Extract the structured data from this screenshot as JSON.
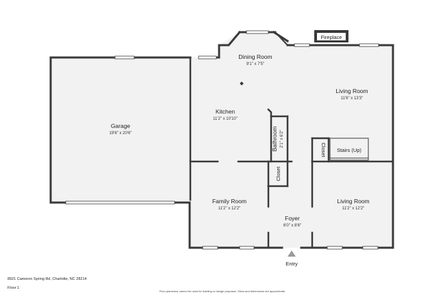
{
  "rooms": {
    "dining": {
      "name": "Dining Room",
      "dims": "9'1\" x 7'5\""
    },
    "living_upper": {
      "name": "Living Room",
      "dims": "11'6\" x 13'3\""
    },
    "kitchen": {
      "name": "Kitchen",
      "dims": "11'2\" x 10'10\""
    },
    "garage": {
      "name": "Garage",
      "dims": "19'6\" x 20'6\""
    },
    "bathroom": {
      "name": "Bathroom",
      "dims": "2'1\" x 6'2\""
    },
    "closet_upper": {
      "name": "Closet"
    },
    "stairs": {
      "name": "Stairs (Up)"
    },
    "closet_lower": {
      "name": "Closet"
    },
    "family": {
      "name": "Family Room",
      "dims": "11'2\" x 12'2\""
    },
    "foyer": {
      "name": "Foyer",
      "dims": "6'0\" x 8'6\""
    },
    "living_lower": {
      "name": "Living Room",
      "dims": "11'2\" x 12'2\""
    }
  },
  "fireplace_label": "Fireplace",
  "entry_label": "Entry",
  "address": "8921 Cameron Spring Rd, Charlotte, NC 28214",
  "floor_label": "Floor 1",
  "disclaimer": "Floor plans/tour cannot be used for building or design purposes. Sizes and dimensions are approximate.",
  "colors": {
    "wall": "#3a3a3a",
    "floor": "#f2f2f2",
    "window": "#c9c9c9",
    "entry_arrow": "#9a9a9a"
  }
}
